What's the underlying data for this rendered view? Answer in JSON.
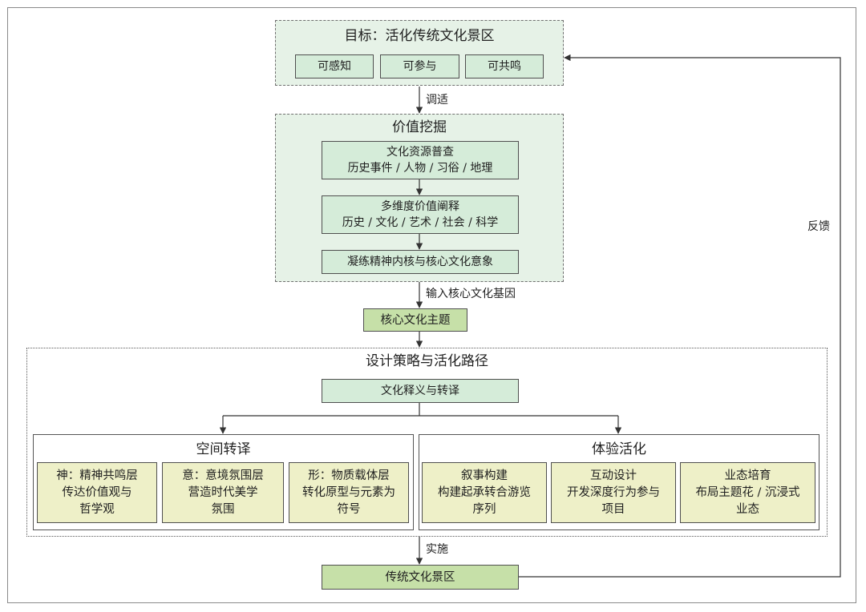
{
  "goal": {
    "title": "目标：活化传统文化景区",
    "items": [
      "可感知",
      "可参与",
      "可共鸣"
    ]
  },
  "labels": {
    "adjust": "调适",
    "input": "输入核心文化基因",
    "implement": "实施",
    "feedback": "反馈"
  },
  "value_mining": {
    "title": "价值挖掘",
    "step1_line1": "文化资源普查",
    "step1_line2": "历史事件 / 人物 / 习俗 / 地理",
    "step2_line1": "多维度价值阐释",
    "step2_line2": "历史 / 文化 / 艺术 / 社会 / 科学",
    "step3": "凝练精神内核与核心文化意象"
  },
  "core_theme": "核心文化主题",
  "strategy": {
    "title": "设计策略与活化路径",
    "interpretation": "文化释义与转译",
    "spatial": {
      "title": "空间转译",
      "items": [
        {
          "l1": "神：精神共鸣层",
          "l2": "传达价值观与",
          "l3": "哲学观"
        },
        {
          "l1": "意：意境氛围层",
          "l2": "营造时代美学",
          "l3": "氛围"
        },
        {
          "l1": "形：物质载体层",
          "l2": "转化原型与元素为",
          "l3": "符号"
        }
      ]
    },
    "experience": {
      "title": "体验活化",
      "items": [
        {
          "l1": "叙事构建",
          "l2": "构建起承转合游览",
          "l3": "序列"
        },
        {
          "l1": "互动设计",
          "l2": "开发深度行为参与",
          "l3": "项目"
        },
        {
          "l1": "业态培育",
          "l2": "布局主题花 / 沉浸式",
          "l3": "业态"
        }
      ]
    }
  },
  "result": "传统文化景区",
  "colors": {
    "mint": "#d5ecd9",
    "leaf_green": "#c6e0a8",
    "cream": "#eef0c8",
    "section_bg": "#e6f2e7"
  }
}
